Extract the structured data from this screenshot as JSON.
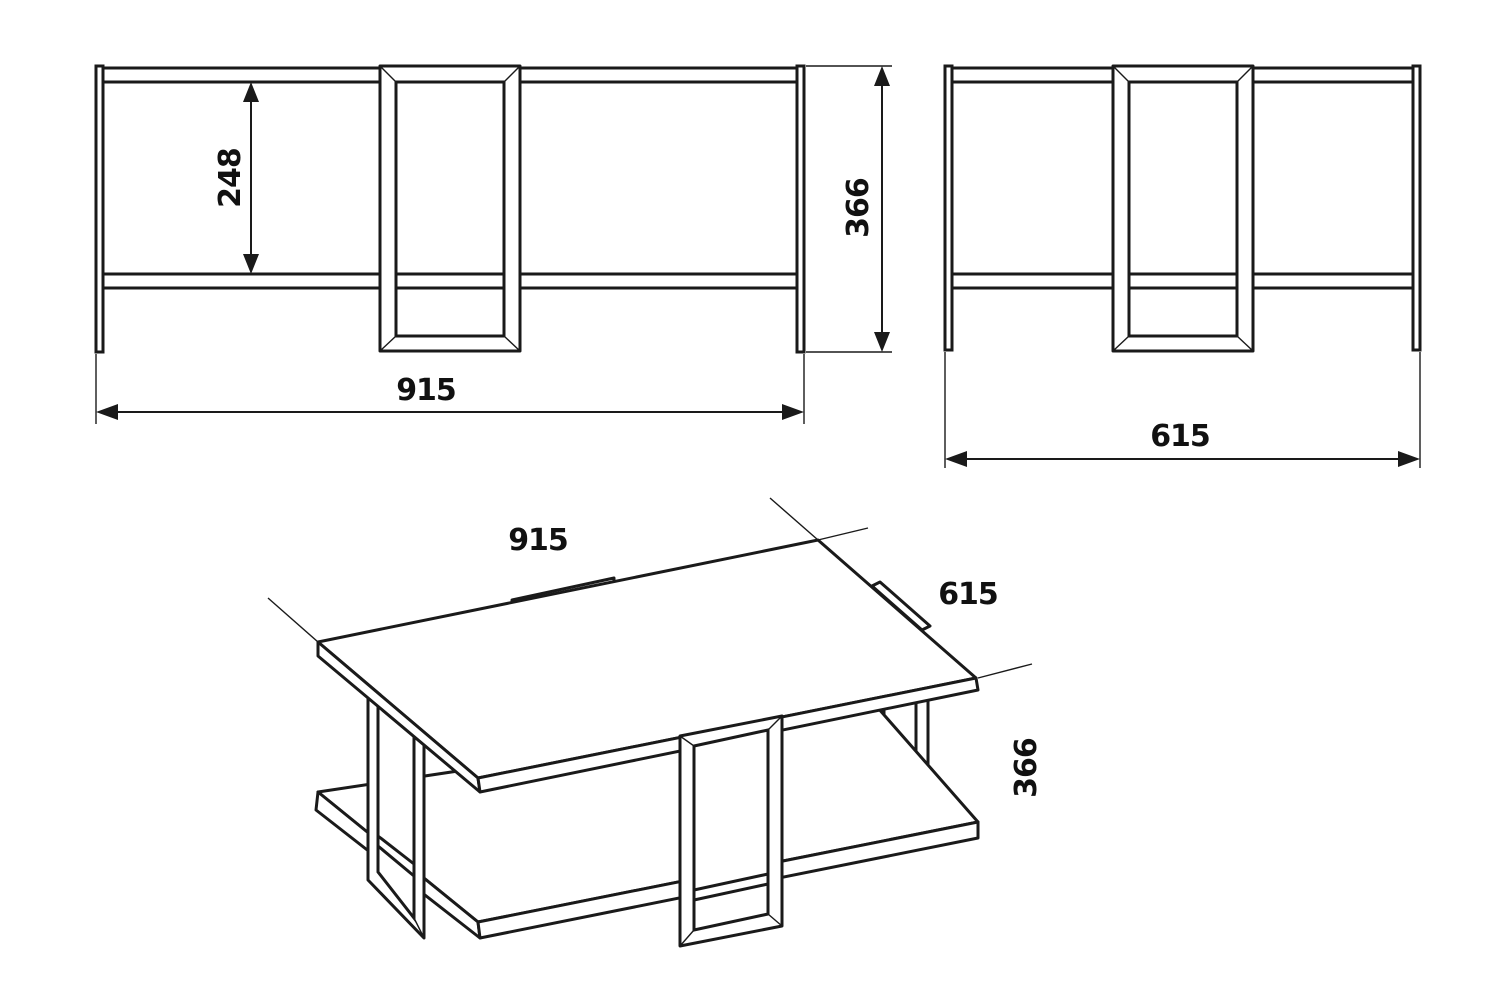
{
  "front_view": {
    "width_label": "915",
    "shelf_height_label": "248",
    "total_height_label": "366"
  },
  "side_view": {
    "depth_label": "615"
  },
  "isometric_view": {
    "width_label": "915",
    "depth_label": "615",
    "height_label": "366"
  },
  "colors": {
    "line": "#1a1a1a",
    "background": "#ffffff"
  }
}
